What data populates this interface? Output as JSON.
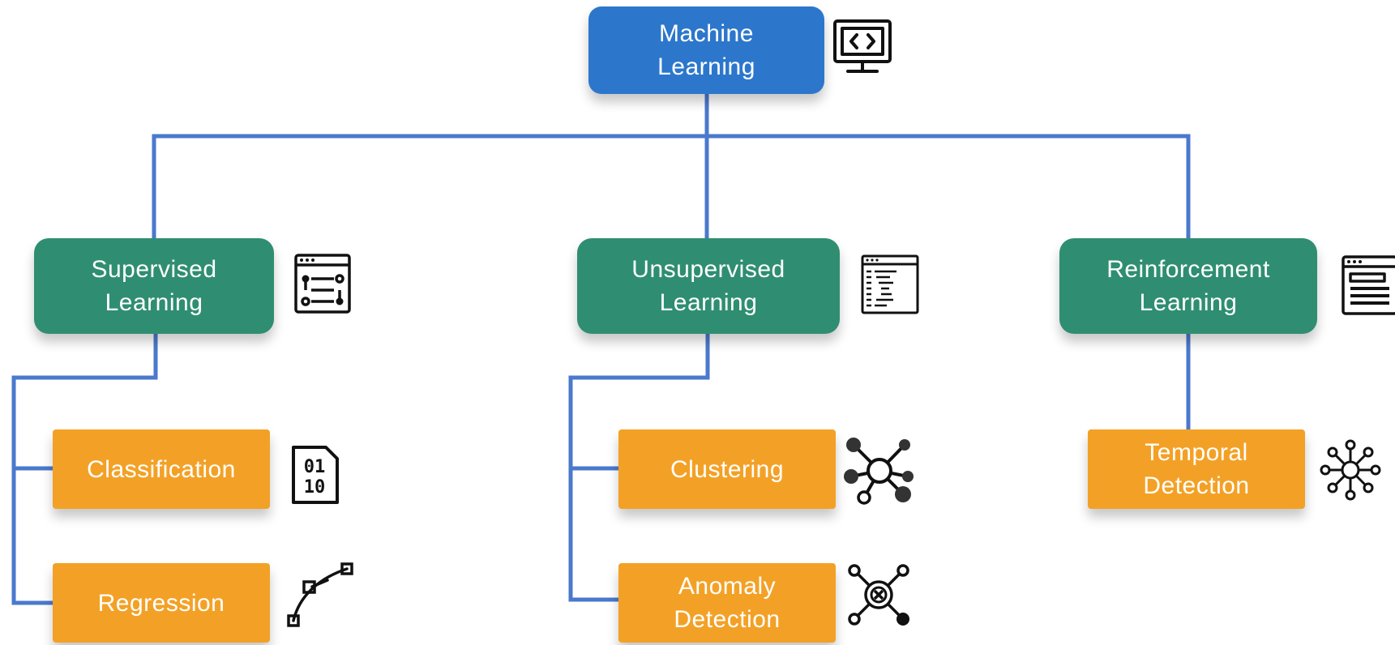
{
  "root": {
    "label": "Machine\nLearning",
    "icon": "monitor-code-icon"
  },
  "categories": [
    {
      "label": "Supervised\nLearning",
      "icon": "browser-workflow-icon",
      "children": [
        {
          "label": "Classification",
          "icon": "binary-file-icon"
        },
        {
          "label": "Regression",
          "icon": "bezier-curve-icon"
        }
      ]
    },
    {
      "label": "Unsupervised\nLearning",
      "icon": "browser-code-icon",
      "children": [
        {
          "label": "Clustering",
          "icon": "cluster-network-icon"
        },
        {
          "label": "Anomaly\nDetection",
          "icon": "target-network-icon"
        }
      ]
    },
    {
      "label": "Reinforcement\nLearning",
      "icon": "browser-form-icon",
      "children": [
        {
          "label": "Temporal\nDetection",
          "icon": "hub-network-icon"
        }
      ]
    }
  ],
  "colors": {
    "root": "#2c77cc",
    "category": "#2f8e71",
    "leaf": "#f3a126",
    "connector": "#4a79cd",
    "icon": "#111111"
  }
}
